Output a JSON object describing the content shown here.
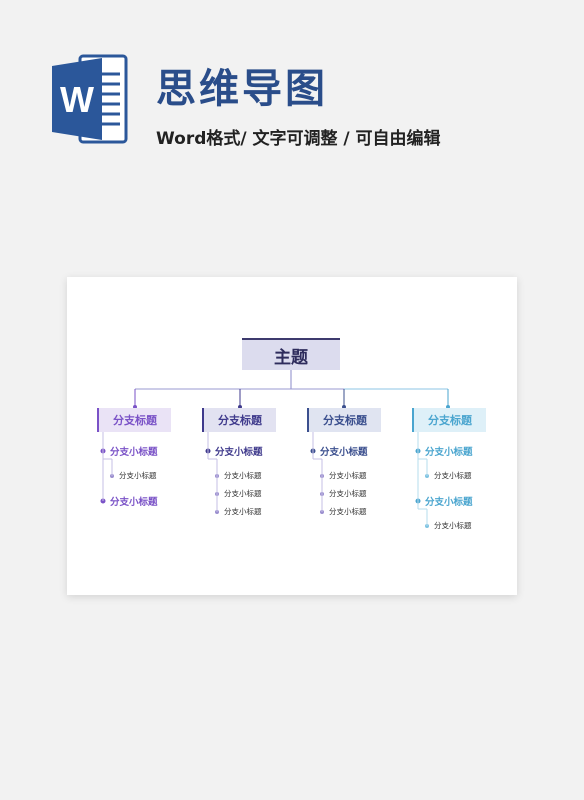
{
  "header": {
    "title": "思维导图",
    "subtitle": "Word格式/ 文字可调整 / 可自由编辑",
    "icon_letter": "W",
    "icon_color": "#2b579a"
  },
  "mindmap": {
    "root": "主题",
    "branches": [
      {
        "label": "分支标题",
        "color": "#7a52c7",
        "bg": "#eae3f6",
        "items": [
          {
            "label": "分支小标题",
            "leaves": [
              "分支小标题"
            ]
          },
          {
            "label": "分支小标题",
            "leaves": []
          }
        ]
      },
      {
        "label": "分支标题",
        "color": "#3f3a8c",
        "bg": "#e2e2f1",
        "items": [
          {
            "label": "分支小标题",
            "leaves": [
              "分支小标题",
              "分支小标题",
              "分支小标题"
            ]
          }
        ]
      },
      {
        "label": "分支标题",
        "color": "#3b4f8e",
        "bg": "#e0e4f1",
        "items": [
          {
            "label": "分支小标题",
            "leaves": [
              "分支小标题",
              "分支小标题",
              "分支小标题"
            ]
          }
        ]
      },
      {
        "label": "分支标题",
        "color": "#4aa5cf",
        "bg": "#def0f8",
        "items": [
          {
            "label": "分支小标题",
            "leaves": [
              "分支小标题"
            ]
          },
          {
            "label": "分支小标题",
            "leaves": [
              "分支小标题"
            ]
          }
        ]
      }
    ]
  }
}
